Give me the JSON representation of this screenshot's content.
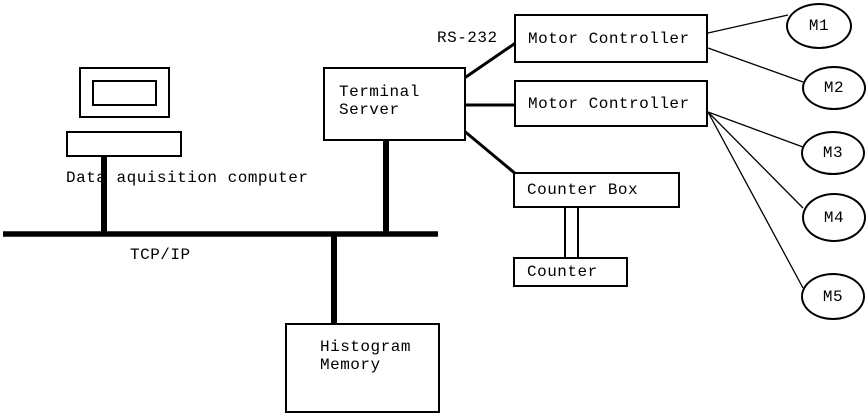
{
  "diagram": {
    "labels": {
      "data_acquisition": "Data aquisition computer",
      "network_bus": "TCP/IP",
      "serial_link": "RS-232"
    },
    "nodes": {
      "terminal_server": {
        "lines": [
          "Terminal",
          "Server"
        ]
      },
      "motor_controller_1": {
        "label": "Motor Controller"
      },
      "motor_controller_2": {
        "label": "Motor Controller"
      },
      "counter_box": {
        "label": "Counter Box"
      },
      "counter": {
        "label": "Counter"
      },
      "histogram_memory": {
        "lines": [
          "Histogram",
          "Memory"
        ]
      }
    },
    "motors": [
      {
        "label": "M1"
      },
      {
        "label": "M2"
      },
      {
        "label": "M3"
      },
      {
        "label": "M4"
      },
      {
        "label": "M5"
      }
    ]
  }
}
